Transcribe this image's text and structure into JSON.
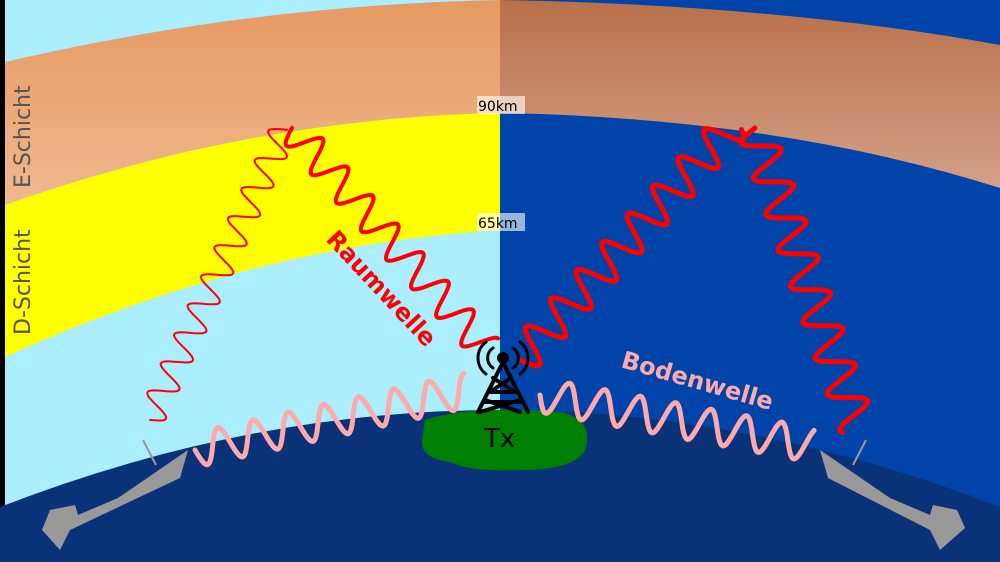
{
  "layers": {
    "e_layer": "E-Schicht",
    "d_layer": "D-Schicht"
  },
  "heights": {
    "upper": "90km",
    "lower": "65km"
  },
  "waves": {
    "sky_wave": "Raumwelle",
    "ground_wave": "Bodenwelle"
  },
  "transmitter": "Tx",
  "colors": {
    "sky_day": "#aaeeff",
    "sky_night": "#0044aa",
    "e_layer_day": "#e8a06a",
    "e_layer_night": "#c07a55",
    "d_layer": "#ffff00",
    "earth": "#0a3278",
    "land": "#008000",
    "sky_wave": "#ff0000",
    "ground_wave": "#ffaaaa",
    "ship": "#999999"
  }
}
